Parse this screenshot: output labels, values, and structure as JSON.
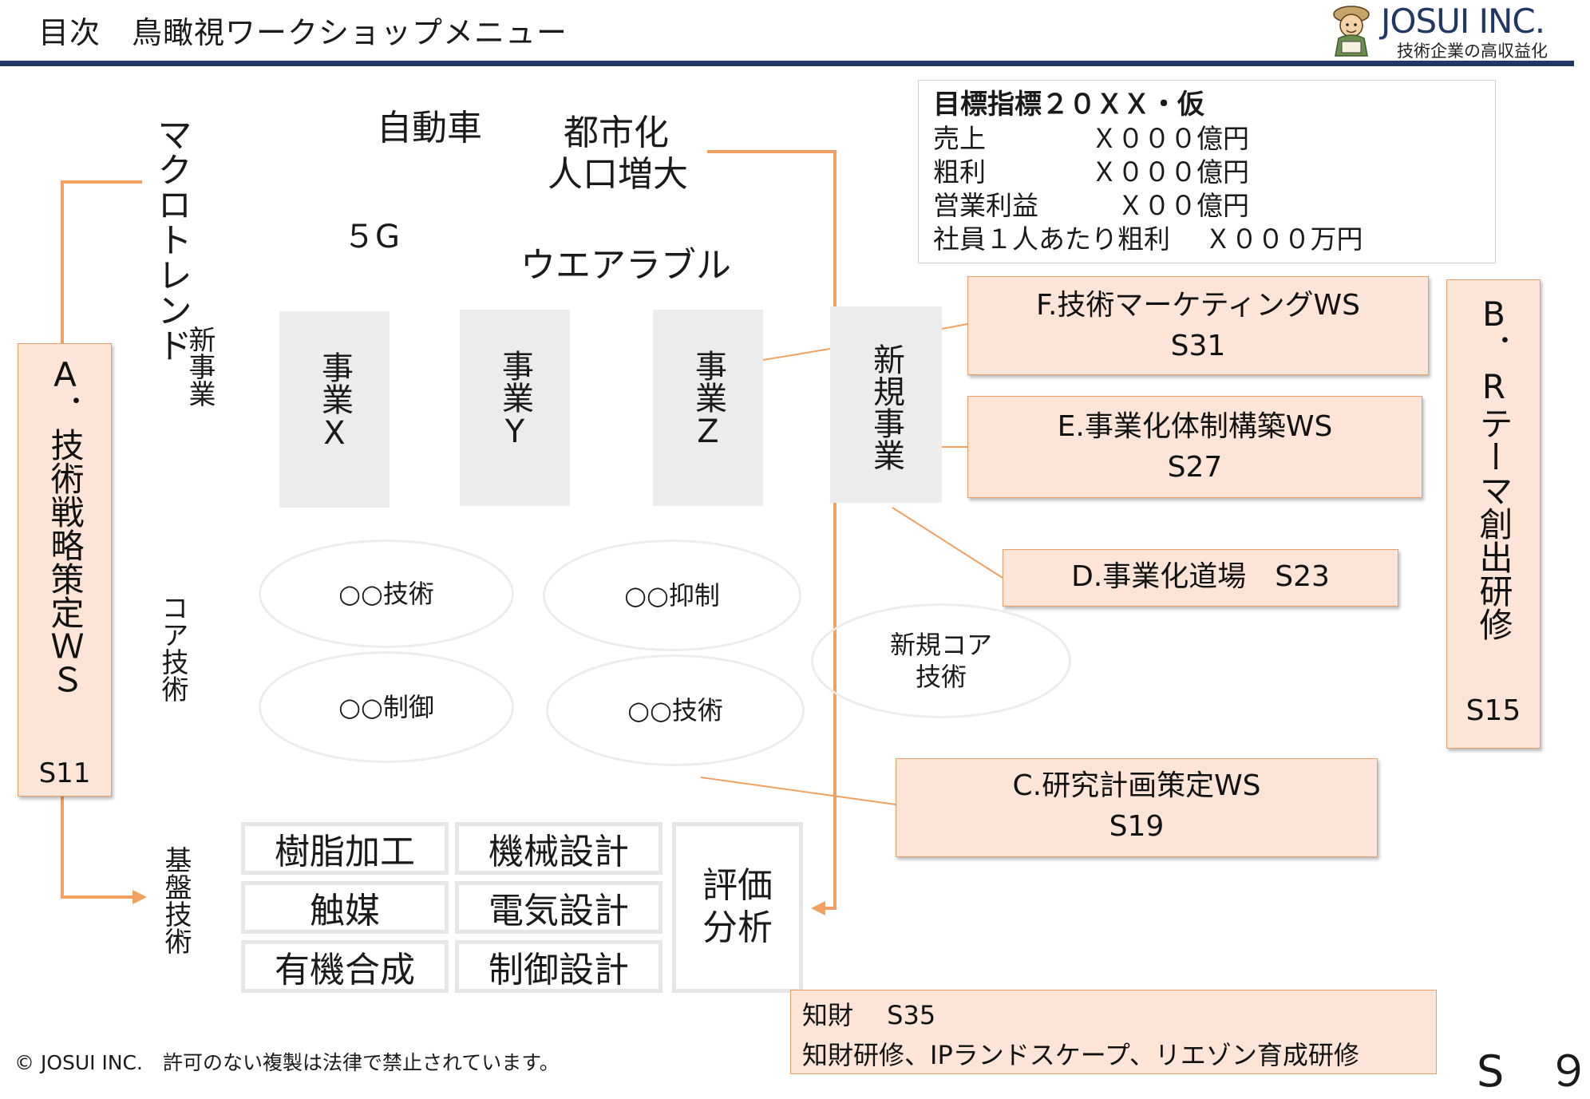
{
  "header": {
    "title": "目次　鳥瞰視ワークショップメニュー",
    "logo_name": "JOSUI INC.",
    "logo_tagline": "技術企業の高収益化",
    "bar_color": "#1f3864"
  },
  "kpi": {
    "title": "目標指標２０ＸＸ・仮",
    "rows": [
      "売上　　　　Ｘ０００億円",
      "粗利　　　　Ｘ０００億円",
      "営業利益　　　Ｘ００億円",
      "社員１人あたり粗利　 Ｘ０００万円"
    ]
  },
  "macro": {
    "label": "マクロトレンド",
    "trends": [
      "自動車",
      "都市化",
      "人口増大",
      "５G",
      "ウエアラブル"
    ]
  },
  "rows_labels": {
    "new_business": "新事業",
    "core_tech": "コア技術",
    "base_tech": "基盤技術"
  },
  "businesses": [
    "事業X",
    "事業Y",
    "事業Z",
    "新規事業"
  ],
  "core_techs": [
    "○○技術",
    "○○抑制",
    "○○制御",
    "○○技術",
    "新規コア",
    "技術"
  ],
  "base_techs": [
    "樹脂加工",
    "機械設計",
    "触媒",
    "電気設計",
    "有機合成",
    "制御設計",
    "評価",
    "分析"
  ],
  "workshops": {
    "a": {
      "title": "A．技術戦略策定ＷＳ",
      "code": "S11"
    },
    "b": {
      "title": "B．Rテーマ創出研修",
      "code": "S15"
    },
    "c": {
      "title": "C.研究計画策定WS",
      "code": "S19"
    },
    "d": {
      "title": "D.事業化道場　S23"
    },
    "e": {
      "title": "E.事業化体制構築WS",
      "code": "S27"
    },
    "f": {
      "title": "F.技術マーケティングWS",
      "code": "S31"
    },
    "ip": {
      "title": "知財　 S35",
      "desc": "知財研修、IPランドスケープ、リエゾン育成研修"
    }
  },
  "footer": {
    "copyright": "© JOSUI INC.　許可のない複製は法律で禁止されています。",
    "page": "S　９"
  },
  "colors": {
    "accent_orange": "#f0a060",
    "ws_fill": "#fce4d6",
    "gray_box": "#ececec"
  }
}
